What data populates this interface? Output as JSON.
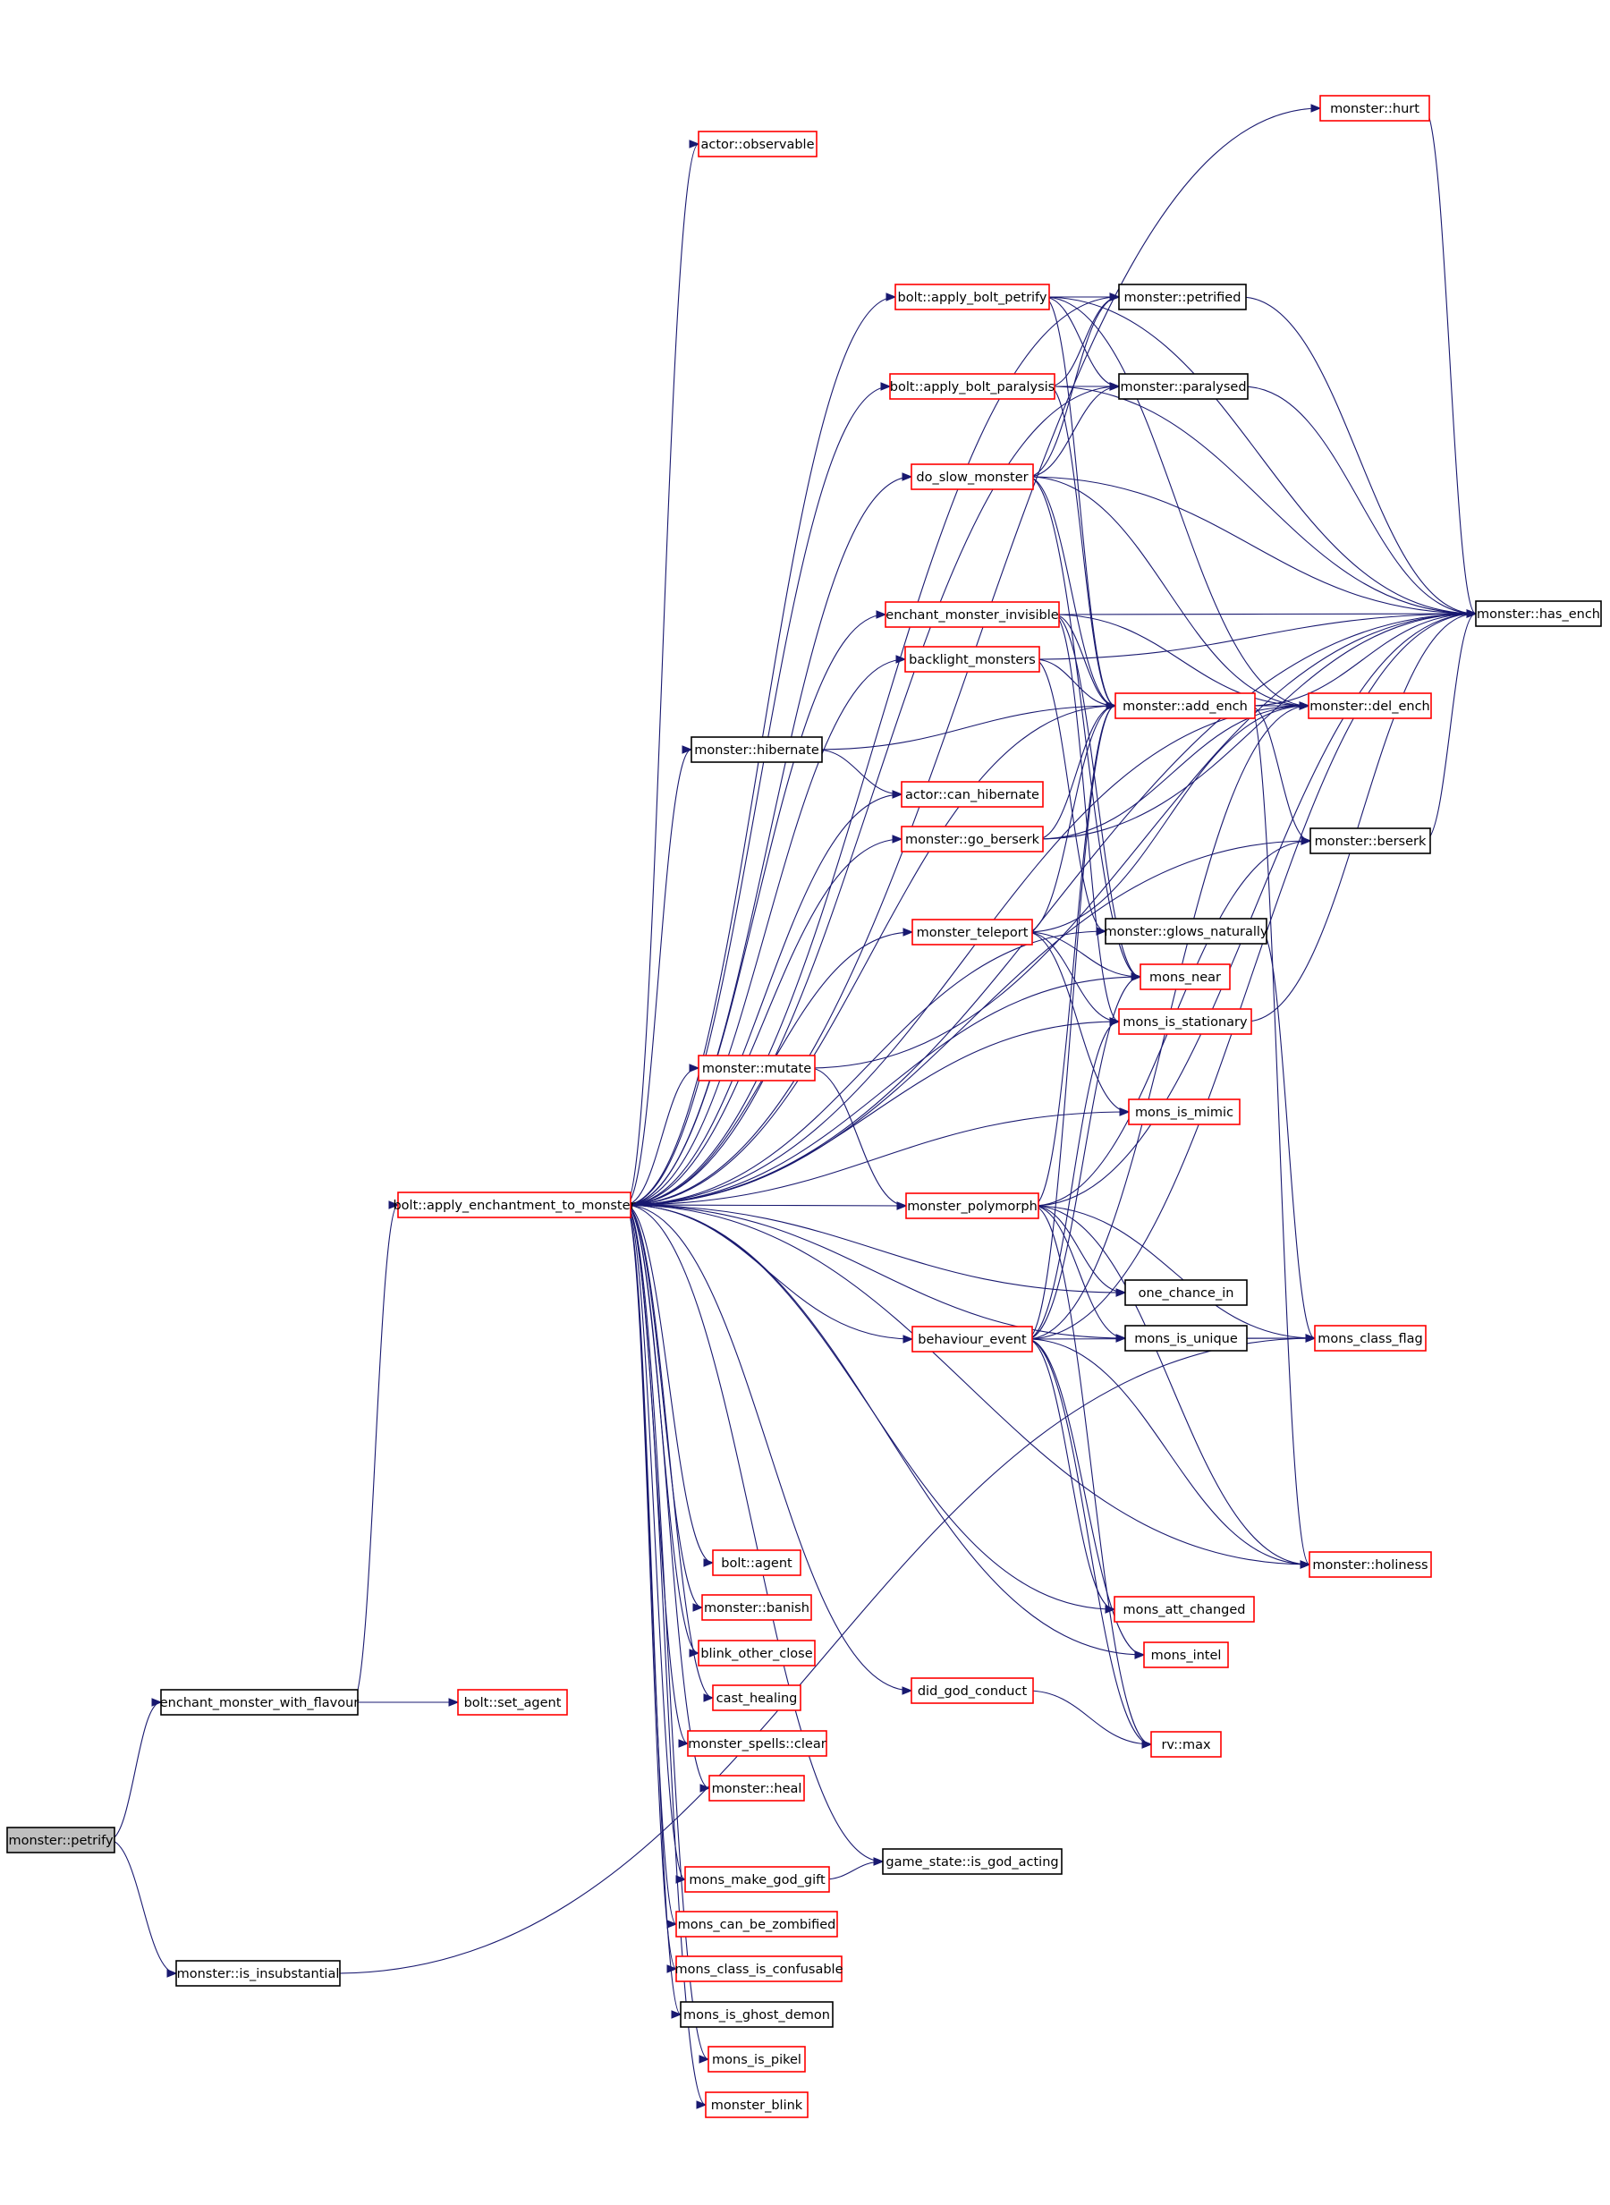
{
  "graph": {
    "colors": {
      "edge": "#191970",
      "documented_border": "#ff0000",
      "undocumented_border": "#000000",
      "root_fill": "#bfbfbf"
    },
    "nodes": [
      {
        "id": "petrify",
        "label": "monster::petrify",
        "style": "root"
      },
      {
        "id": "flavour",
        "label": "enchant_monster_with_flavour",
        "style": "black"
      },
      {
        "id": "insub",
        "label": "monster::is_insubstantial",
        "style": "black"
      },
      {
        "id": "setagent",
        "label": "bolt::set_agent",
        "style": "red"
      },
      {
        "id": "apply",
        "label": "bolt::apply_enchantment_to_monster",
        "style": "red"
      },
      {
        "id": "observable",
        "label": "actor::observable",
        "style": "red"
      },
      {
        "id": "hibernate",
        "label": "monster::hibernate",
        "style": "black"
      },
      {
        "id": "mutate",
        "label": "monster::mutate",
        "style": "red"
      },
      {
        "id": "boltagent",
        "label": "bolt::agent",
        "style": "red"
      },
      {
        "id": "banish",
        "label": "monster::banish",
        "style": "red"
      },
      {
        "id": "blinkoc",
        "label": "blink_other_close",
        "style": "red"
      },
      {
        "id": "casthealing",
        "label": "cast_healing",
        "style": "red"
      },
      {
        "id": "spellsclear",
        "label": "monster_spells::clear",
        "style": "red"
      },
      {
        "id": "heal",
        "label": "monster::heal",
        "style": "red"
      },
      {
        "id": "godgift",
        "label": "mons_make_god_gift",
        "style": "red"
      },
      {
        "id": "zombified",
        "label": "mons_can_be_zombified",
        "style": "red"
      },
      {
        "id": "confusable",
        "label": "mons_class_is_confusable",
        "style": "red"
      },
      {
        "id": "ghostdemon",
        "label": "mons_is_ghost_demon",
        "style": "black"
      },
      {
        "id": "pikel",
        "label": "mons_is_pikel",
        "style": "red"
      },
      {
        "id": "mblink",
        "label": "monster_blink",
        "style": "red"
      },
      {
        "id": "bpetrify",
        "label": "bolt::apply_bolt_petrify",
        "style": "red"
      },
      {
        "id": "bparalysis",
        "label": "bolt::apply_bolt_paralysis",
        "style": "red"
      },
      {
        "id": "slow",
        "label": "do_slow_monster",
        "style": "red"
      },
      {
        "id": "invisible",
        "label": "enchant_monster_invisible",
        "style": "red"
      },
      {
        "id": "backlight",
        "label": "backlight_monsters",
        "style": "red"
      },
      {
        "id": "canhib",
        "label": "actor::can_hibernate",
        "style": "red"
      },
      {
        "id": "berserk",
        "label": "monster::go_berserk",
        "style": "red"
      },
      {
        "id": "teleport",
        "label": "monster_teleport",
        "style": "red"
      },
      {
        "id": "polymorph",
        "label": "monster_polymorph",
        "style": "red"
      },
      {
        "id": "behaviour",
        "label": "behaviour_event",
        "style": "red"
      },
      {
        "id": "godconduct",
        "label": "did_god_conduct",
        "style": "red"
      },
      {
        "id": "godacting",
        "label": "game_state::is_god_acting",
        "style": "black"
      },
      {
        "id": "hurt",
        "label": "monster::hurt",
        "style": "red"
      },
      {
        "id": "petrified",
        "label": "monster::petrified",
        "style": "black"
      },
      {
        "id": "paralysed",
        "label": "monster::paralysed",
        "style": "black"
      },
      {
        "id": "addench",
        "label": "monster::add_ench",
        "style": "red"
      },
      {
        "id": "glows",
        "label": "monster::glows_naturally",
        "style": "black"
      },
      {
        "id": "near",
        "label": "mons_near",
        "style": "red"
      },
      {
        "id": "stationary",
        "label": "mons_is_stationary",
        "style": "red"
      },
      {
        "id": "mimic",
        "label": "mons_is_mimic",
        "style": "red"
      },
      {
        "id": "onechance",
        "label": "one_chance_in",
        "style": "black"
      },
      {
        "id": "unique",
        "label": "mons_is_unique",
        "style": "black"
      },
      {
        "id": "attchanged",
        "label": "mons_att_changed",
        "style": "red"
      },
      {
        "id": "intel",
        "label": "mons_intel",
        "style": "red"
      },
      {
        "id": "rvmax",
        "label": "rv::max",
        "style": "red"
      },
      {
        "id": "delench",
        "label": "monster::del_ench",
        "style": "red"
      },
      {
        "id": "berserkq",
        "label": "monster::berserk",
        "style": "black"
      },
      {
        "id": "classflag",
        "label": "mons_class_flag",
        "style": "red"
      },
      {
        "id": "holiness",
        "label": "monster::holiness",
        "style": "red"
      },
      {
        "id": "hasench",
        "label": "monster::has_ench",
        "style": "black"
      }
    ],
    "edges": [
      [
        "petrify",
        "flavour"
      ],
      [
        "petrify",
        "insub"
      ],
      [
        "flavour",
        "apply"
      ],
      [
        "flavour",
        "setagent"
      ],
      [
        "insub",
        "classflag"
      ],
      [
        "apply",
        "observable"
      ],
      [
        "apply",
        "hurt"
      ],
      [
        "apply",
        "hasench"
      ],
      [
        "apply",
        "bpetrify"
      ],
      [
        "apply",
        "petrified"
      ],
      [
        "apply",
        "bparalysis"
      ],
      [
        "apply",
        "paralysed"
      ],
      [
        "apply",
        "slow"
      ],
      [
        "apply",
        "invisible"
      ],
      [
        "apply",
        "delench"
      ],
      [
        "apply",
        "backlight"
      ],
      [
        "apply",
        "addench"
      ],
      [
        "apply",
        "hibernate"
      ],
      [
        "apply",
        "canhib"
      ],
      [
        "apply",
        "berserk"
      ],
      [
        "apply",
        "berserkq"
      ],
      [
        "apply",
        "teleport"
      ],
      [
        "apply",
        "glows"
      ],
      [
        "apply",
        "near"
      ],
      [
        "apply",
        "stationary"
      ],
      [
        "apply",
        "mutate"
      ],
      [
        "apply",
        "mimic"
      ],
      [
        "apply",
        "polymorph"
      ],
      [
        "apply",
        "onechance"
      ],
      [
        "apply",
        "unique"
      ],
      [
        "apply",
        "behaviour"
      ],
      [
        "apply",
        "attchanged"
      ],
      [
        "apply",
        "intel"
      ],
      [
        "apply",
        "holiness"
      ],
      [
        "apply",
        "godconduct"
      ],
      [
        "apply",
        "boltagent"
      ],
      [
        "apply",
        "banish"
      ],
      [
        "apply",
        "blinkoc"
      ],
      [
        "apply",
        "casthealing"
      ],
      [
        "apply",
        "spellsclear"
      ],
      [
        "apply",
        "heal"
      ],
      [
        "apply",
        "godacting"
      ],
      [
        "apply",
        "godgift"
      ],
      [
        "apply",
        "zombified"
      ],
      [
        "apply",
        "confusable"
      ],
      [
        "apply",
        "ghostdemon"
      ],
      [
        "apply",
        "pikel"
      ],
      [
        "apply",
        "mblink"
      ],
      [
        "hurt",
        "hasench"
      ],
      [
        "bpetrify",
        "petrified"
      ],
      [
        "bpetrify",
        "paralysed"
      ],
      [
        "bpetrify",
        "addench"
      ],
      [
        "bpetrify",
        "delench"
      ],
      [
        "bpetrify",
        "hasench"
      ],
      [
        "bparalysis",
        "paralysed"
      ],
      [
        "bparalysis",
        "petrified"
      ],
      [
        "bparalysis",
        "addench"
      ],
      [
        "bparalysis",
        "hasench"
      ],
      [
        "slow",
        "petrified"
      ],
      [
        "slow",
        "paralysed"
      ],
      [
        "slow",
        "addench"
      ],
      [
        "slow",
        "delench"
      ],
      [
        "slow",
        "hasench"
      ],
      [
        "slow",
        "near"
      ],
      [
        "invisible",
        "hasench"
      ],
      [
        "invisible",
        "addench"
      ],
      [
        "invisible",
        "delench"
      ],
      [
        "invisible",
        "near"
      ],
      [
        "invisible",
        "stationary"
      ],
      [
        "backlight",
        "addench"
      ],
      [
        "backlight",
        "glows"
      ],
      [
        "backlight",
        "hasench"
      ],
      [
        "hibernate",
        "addench"
      ],
      [
        "hibernate",
        "canhib"
      ],
      [
        "berserk",
        "addench"
      ],
      [
        "berserk",
        "delench"
      ],
      [
        "berserk",
        "hasench"
      ],
      [
        "teleport",
        "addench"
      ],
      [
        "teleport",
        "delench"
      ],
      [
        "teleport",
        "near"
      ],
      [
        "teleport",
        "mimic"
      ],
      [
        "teleport",
        "stationary"
      ],
      [
        "mutate",
        "polymorph"
      ],
      [
        "mutate",
        "hasench"
      ],
      [
        "polymorph",
        "addench"
      ],
      [
        "polymorph",
        "berserkq"
      ],
      [
        "polymorph",
        "onechance"
      ],
      [
        "polymorph",
        "unique"
      ],
      [
        "polymorph",
        "classflag"
      ],
      [
        "polymorph",
        "hasench"
      ],
      [
        "polymorph",
        "holiness"
      ],
      [
        "polymorph",
        "rvmax"
      ],
      [
        "behaviour",
        "addench"
      ],
      [
        "behaviour",
        "delench"
      ],
      [
        "behaviour",
        "near"
      ],
      [
        "behaviour",
        "stationary"
      ],
      [
        "behaviour",
        "attchanged"
      ],
      [
        "behaviour",
        "intel"
      ],
      [
        "behaviour",
        "hasench"
      ],
      [
        "behaviour",
        "classflag"
      ],
      [
        "behaviour",
        "rvmax"
      ],
      [
        "behaviour",
        "holiness"
      ],
      [
        "godconduct",
        "rvmax"
      ],
      [
        "godgift",
        "godacting"
      ],
      [
        "addench",
        "delench"
      ],
      [
        "addench",
        "berserkq"
      ],
      [
        "addench",
        "hasench"
      ],
      [
        "addench",
        "holiness"
      ],
      [
        "glows",
        "classflag"
      ],
      [
        "stationary",
        "hasench"
      ],
      [
        "unique",
        "classflag"
      ],
      [
        "berserkq",
        "hasench"
      ],
      [
        "petrified",
        "hasench"
      ],
      [
        "paralysed",
        "hasench"
      ]
    ]
  }
}
